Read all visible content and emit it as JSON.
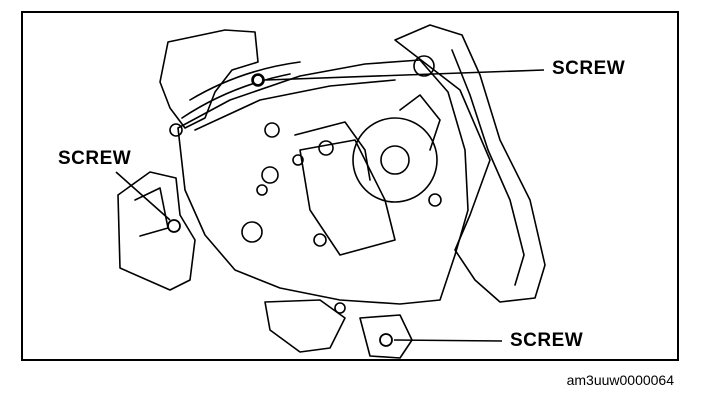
{
  "callouts": {
    "top": "SCREW",
    "left": "SCREW",
    "bottom": "SCREW"
  },
  "figure_code": "am3uuw0000064",
  "colors": {
    "line": "#000000",
    "background": "#ffffff"
  }
}
